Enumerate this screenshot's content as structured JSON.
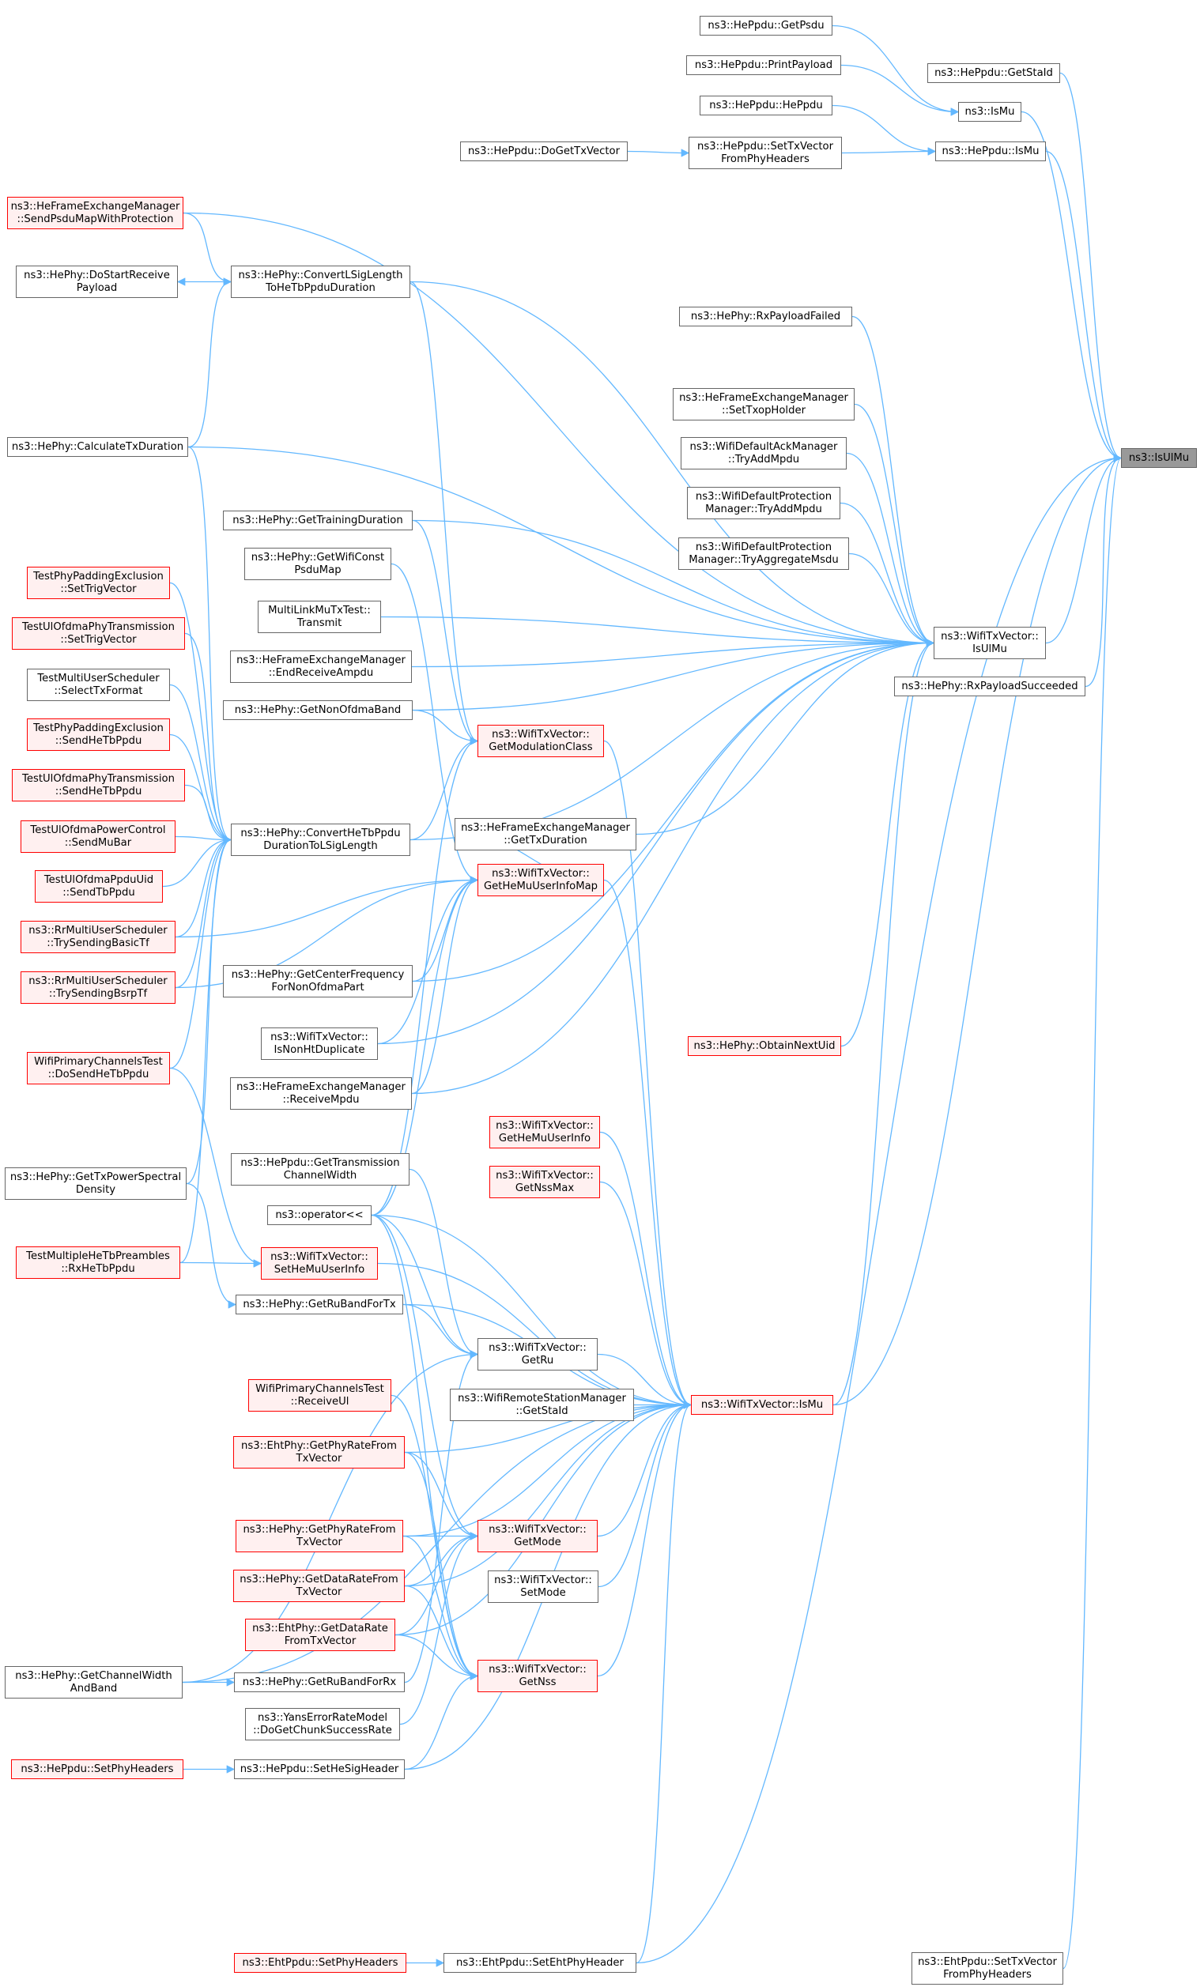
{
  "root_label": "ns3::IsUlMu",
  "nodes": [
    {
      "id": "root",
      "lines": [
        "ns3::IsUlMu"
      ],
      "style": "root"
    },
    {
      "id": "HePpdu_GetPsdu",
      "lines": [
        "ns3::HePpdu::GetPsdu"
      ]
    },
    {
      "id": "HePpdu_GetStaId",
      "lines": [
        "ns3::HePpdu::GetStaId"
      ]
    },
    {
      "id": "HePpdu_PrintPayload",
      "lines": [
        "ns3::HePpdu::PrintPayload"
      ]
    },
    {
      "id": "IsMu",
      "lines": [
        "ns3::IsMu"
      ]
    },
    {
      "id": "HePpdu_HePpdu",
      "lines": [
        "ns3::HePpdu::HePpdu"
      ]
    },
    {
      "id": "HePpdu_DoGetTxVector",
      "lines": [
        "ns3::HePpdu::DoGetTxVector"
      ]
    },
    {
      "id": "HePpdu_SetTxVectorFromPhyHeaders",
      "lines": [
        "ns3::HePpdu::SetTxVector",
        "FromPhyHeaders"
      ]
    },
    {
      "id": "HePpdu_IsMu",
      "lines": [
        "ns3::HePpdu::IsMu"
      ]
    },
    {
      "id": "HeFem_SendPsduMapWithProtection",
      "lines": [
        "ns3::HeFrameExchangeManager",
        "::SendPsduMapWithProtection"
      ],
      "style": "red"
    },
    {
      "id": "HePhy_DoStartReceivePayload",
      "lines": [
        "ns3::HePhy::DoStartReceive",
        "Payload"
      ]
    },
    {
      "id": "HePhy_ConvertLSigLength",
      "lines": [
        "ns3::HePhy::ConvertLSigLength",
        "ToHeTbPpduDuration"
      ]
    },
    {
      "id": "HePhy_RxPayloadFailed",
      "lines": [
        "ns3::HePhy::RxPayloadFailed"
      ]
    },
    {
      "id": "HeFem_SetTxopHolder",
      "lines": [
        "ns3::HeFrameExchangeManager",
        "::SetTxopHolder"
      ]
    },
    {
      "id": "HePhy_CalculateTxDuration",
      "lines": [
        "ns3::HePhy::CalculateTxDuration"
      ]
    },
    {
      "id": "WifiDefaultAckManager_TryAddMpdu",
      "lines": [
        "ns3::WifiDefaultAckManager",
        "::TryAddMpdu"
      ]
    },
    {
      "id": "WifiDefaultProtection_TryAddMpdu",
      "lines": [
        "ns3::WifiDefaultProtection",
        "Manager::TryAddMpdu"
      ]
    },
    {
      "id": "HePhy_GetTrainingDuration",
      "lines": [
        "ns3::HePhy::GetTrainingDuration"
      ]
    },
    {
      "id": "WifiDefaultProtection_TryAggregateMsdu",
      "lines": [
        "ns3::WifiDefaultProtection",
        "Manager::TryAggregateMsdu"
      ]
    },
    {
      "id": "HePhy_GetWifiConstPsduMap",
      "lines": [
        "ns3::HePhy::GetWifiConst",
        "PsduMap"
      ]
    },
    {
      "id": "TestPhyPaddingExclusion_SetTrigVector",
      "lines": [
        "TestPhyPaddingExclusion",
        "::SetTrigVector"
      ],
      "style": "red"
    },
    {
      "id": "MultiLinkMuTxTest_Transmit",
      "lines": [
        "MultiLinkMuTxTest::",
        "Transmit"
      ]
    },
    {
      "id": "WifiTxVector_IsUlMu",
      "lines": [
        "ns3::WifiTxVector::",
        "IsUlMu"
      ]
    },
    {
      "id": "TestUlOfdmaPhyTransmission_SetTrigVector",
      "lines": [
        "TestUlOfdmaPhyTransmission",
        "::SetTrigVector"
      ],
      "style": "red"
    },
    {
      "id": "HeFem_EndReceiveAmpdu",
      "lines": [
        "ns3::HeFrameExchangeManager",
        "::EndReceiveAmpdu"
      ]
    },
    {
      "id": "HePhy_RxPayloadSucceeded",
      "lines": [
        "ns3::HePhy::RxPayloadSucceeded"
      ]
    },
    {
      "id": "TestMultiUserScheduler_SelectTxFormat",
      "lines": [
        "TestMultiUserScheduler",
        "::SelectTxFormat"
      ]
    },
    {
      "id": "HePhy_GetNonOfdmaBand",
      "lines": [
        "ns3::HePhy::GetNonOfdmaBand"
      ]
    },
    {
      "id": "WifiTxVector_GetModulationClass",
      "lines": [
        "ns3::WifiTxVector::",
        "GetModulationClass"
      ],
      "style": "red"
    },
    {
      "id": "TestPhyPaddingExclusion_SendHeTbPpdu",
      "lines": [
        "TestPhyPaddingExclusion",
        "::SendHeTbPpdu"
      ],
      "style": "red"
    },
    {
      "id": "TestUlOfdmaPhyTransmission_SendHeTbPpdu",
      "lines": [
        "TestUlOfdmaPhyTransmission",
        "::SendHeTbPpdu"
      ],
      "style": "red"
    },
    {
      "id": "TestUlOfdmaPowerControl_SendMuBar",
      "lines": [
        "TestUlOfdmaPowerControl",
        "::SendMuBar"
      ],
      "style": "red"
    },
    {
      "id": "HePhy_ConvertHeTbPpduDuration",
      "lines": [
        "ns3::HePhy::ConvertHeTbPpdu",
        "DurationToLSigLength"
      ]
    },
    {
      "id": "HeFem_GetTxDuration",
      "lines": [
        "ns3::HeFrameExchangeManager",
        "::GetTxDuration"
      ]
    },
    {
      "id": "TestUlOfdmaPpduUid_SendTbPpdu",
      "lines": [
        "TestUlOfdmaPpduUid",
        "::SendTbPpdu"
      ],
      "style": "red"
    },
    {
      "id": "WifiTxVector_GetHeMuUserInfoMap",
      "lines": [
        "ns3::WifiTxVector::",
        "GetHeMuUserInfoMap"
      ],
      "style": "red"
    },
    {
      "id": "RrMultiUserScheduler_TrySendingBasicTf",
      "lines": [
        "ns3::RrMultiUserScheduler",
        "::TrySendingBasicTf"
      ],
      "style": "red"
    },
    {
      "id": "HePhy_GetCenterFrequencyForNonOfdmaPart",
      "lines": [
        "ns3::HePhy::GetCenterFrequency",
        "ForNonOfdmaPart"
      ]
    },
    {
      "id": "RrMultiUserScheduler_TrySendingBsrpTf",
      "lines": [
        "ns3::RrMultiUserScheduler",
        "::TrySendingBsrpTf"
      ],
      "style": "red"
    },
    {
      "id": "HePhy_ObtainNextUid",
      "lines": [
        "ns3::HePhy::ObtainNextUid"
      ],
      "style": "red"
    },
    {
      "id": "WifiTxVector_IsNonHtDuplicate",
      "lines": [
        "ns3::WifiTxVector::",
        "IsNonHtDuplicate"
      ]
    },
    {
      "id": "WifiPrimaryChannelsTest_DoSendHeTbPpdu",
      "lines": [
        "WifiPrimaryChannelsTest",
        "::DoSendHeTbPpdu"
      ],
      "style": "red"
    },
    {
      "id": "HeFem_ReceiveMpdu",
      "lines": [
        "ns3::HeFrameExchangeManager",
        "::ReceiveMpdu"
      ]
    },
    {
      "id": "WifiTxVector_GetHeMuUserInfo",
      "lines": [
        "ns3::WifiTxVector::",
        "GetHeMuUserInfo"
      ],
      "style": "red"
    },
    {
      "id": "HePpdu_GetTransmissionChannelWidth",
      "lines": [
        "ns3::HePpdu::GetTransmission",
        "ChannelWidth"
      ]
    },
    {
      "id": "HePhy_GetTxPowerSpectralDensity",
      "lines": [
        "ns3::HePhy::GetTxPowerSpectral",
        "Density"
      ]
    },
    {
      "id": "WifiTxVector_GetNssMax",
      "lines": [
        "ns3::WifiTxVector::",
        "GetNssMax"
      ],
      "style": "red"
    },
    {
      "id": "operator_ls",
      "lines": [
        "ns3::operator<<"
      ]
    },
    {
      "id": "TestMultipleHeTbPreambles_RxHeTbPpdu",
      "lines": [
        "TestMultipleHeTbPreambles",
        "::RxHeTbPpdu"
      ],
      "style": "red"
    },
    {
      "id": "WifiTxVector_SetHeMuUserInfo",
      "lines": [
        "ns3::WifiTxVector::",
        "SetHeMuUserInfo"
      ],
      "style": "red"
    },
    {
      "id": "HePhy_GetRuBandForTx",
      "lines": [
        "ns3::HePhy::GetRuBandForTx"
      ]
    },
    {
      "id": "WifiTxVector_GetRu",
      "lines": [
        "ns3::WifiTxVector::",
        "GetRu"
      ]
    },
    {
      "id": "WifiPrimaryChannelsTest_ReceiveUl",
      "lines": [
        "WifiPrimaryChannelsTest",
        "::ReceiveUl"
      ],
      "style": "red"
    },
    {
      "id": "WifiRemoteStationManager_GetStaId",
      "lines": [
        "ns3::WifiRemoteStationManager",
        "::GetStaId"
      ]
    },
    {
      "id": "WifiTxVector_IsMu",
      "lines": [
        "ns3::WifiTxVector::IsMu"
      ],
      "style": "red"
    },
    {
      "id": "EhtPhy_GetPhyRateFromTxVector",
      "lines": [
        "ns3::EhtPhy::GetPhyRateFrom",
        "TxVector"
      ],
      "style": "red"
    },
    {
      "id": "HePhy_GetPhyRateFromTxVector",
      "lines": [
        "ns3::HePhy::GetPhyRateFrom",
        "TxVector"
      ],
      "style": "red"
    },
    {
      "id": "WifiTxVector_GetMode",
      "lines": [
        "ns3::WifiTxVector::",
        "GetMode"
      ],
      "style": "red"
    },
    {
      "id": "HePhy_GetDataRateFromTxVector",
      "lines": [
        "ns3::HePhy::GetDataRateFrom",
        "TxVector"
      ],
      "style": "red"
    },
    {
      "id": "WifiTxVector_SetMode",
      "lines": [
        "ns3::WifiTxVector::",
        "SetMode"
      ]
    },
    {
      "id": "EhtPhy_GetDataRateFromTxVector",
      "lines": [
        "ns3::EhtPhy::GetDataRate",
        "FromTxVector"
      ],
      "style": "red"
    },
    {
      "id": "HePhy_GetChannelWidthAndBand",
      "lines": [
        "ns3::HePhy::GetChannelWidth",
        "AndBand"
      ]
    },
    {
      "id": "HePhy_GetRuBandForRx",
      "lines": [
        "ns3::HePhy::GetRuBandForRx"
      ]
    },
    {
      "id": "WifiTxVector_GetNss",
      "lines": [
        "ns3::WifiTxVector::",
        "GetNss"
      ],
      "style": "red"
    },
    {
      "id": "YansErrorRateModel_DoGetChunkSuccessRate",
      "lines": [
        "ns3::YansErrorRateModel",
        "::DoGetChunkSuccessRate"
      ]
    },
    {
      "id": "HePpdu_SetPhyHeaders",
      "lines": [
        "ns3::HePpdu::SetPhyHeaders"
      ],
      "style": "red"
    },
    {
      "id": "HePpdu_SetHeSigHeader",
      "lines": [
        "ns3::HePpdu::SetHeSigHeader"
      ]
    },
    {
      "id": "EhtPpdu_SetPhyHeaders",
      "lines": [
        "ns3::EhtPpdu::SetPhyHeaders"
      ],
      "style": "red"
    },
    {
      "id": "EhtPpdu_SetEhtPhyHeader",
      "lines": [
        "ns3::EhtPpdu::SetEhtPhyHeader"
      ]
    },
    {
      "id": "EhtPpdu_SetTxVectorFromPhyHeaders",
      "lines": [
        "ns3::EhtPpdu::SetTxVector",
        "FromPhyHeaders"
      ]
    }
  ],
  "edges": [
    [
      "HePpdu_GetPsdu",
      "IsMu"
    ],
    [
      "HePpdu_PrintPayload",
      "IsMu"
    ],
    [
      "HePpdu_HePpdu",
      "HePpdu_IsMu"
    ],
    [
      "HePpdu_DoGetTxVector",
      "HePpdu_SetTxVectorFromPhyHeaders"
    ],
    [
      "HePpdu_SetTxVectorFromPhyHeaders",
      "HePpdu_IsMu"
    ],
    [
      "HePpdu_GetStaId",
      "root"
    ],
    [
      "IsMu",
      "root"
    ],
    [
      "HePpdu_IsMu",
      "root"
    ],
    [
      "HeFem_SendPsduMapWithProtection",
      "HePhy_ConvertLSigLength"
    ],
    [
      "HePhy_ConvertLSigLength",
      "HePhy_DoStartReceivePayload"
    ],
    [
      "HePhy_CalculateTxDuration",
      "HePhy_ConvertLSigLength"
    ],
    [
      "HeFem_SendPsduMapWithProtection",
      "WifiTxVector_IsUlMu"
    ],
    [
      "HePhy_ConvertLSigLength",
      "WifiTxVector_IsUlMu"
    ],
    [
      "HePhy_CalculateTxDuration",
      "WifiTxVector_IsUlMu"
    ],
    [
      "HePhy_RxPayloadFailed",
      "WifiTxVector_IsUlMu"
    ],
    [
      "HeFem_SetTxopHolder",
      "WifiTxVector_IsUlMu"
    ],
    [
      "WifiDefaultAckManager_TryAddMpdu",
      "WifiTxVector_IsUlMu"
    ],
    [
      "WifiDefaultProtection_TryAddMpdu",
      "WifiTxVector_IsUlMu"
    ],
    [
      "WifiDefaultProtection_TryAggregateMsdu",
      "WifiTxVector_IsUlMu"
    ],
    [
      "HePhy_GetTrainingDuration",
      "WifiTxVector_IsUlMu"
    ],
    [
      "MultiLinkMuTxTest_Transmit",
      "WifiTxVector_IsUlMu"
    ],
    [
      "HeFem_EndReceiveAmpdu",
      "WifiTxVector_IsUlMu"
    ],
    [
      "HePhy_GetNonOfdmaBand",
      "WifiTxVector_IsUlMu"
    ],
    [
      "HePhy_ConvertHeTbPpduDuration",
      "WifiTxVector_IsUlMu"
    ],
    [
      "HeFem_GetTxDuration",
      "WifiTxVector_IsUlMu"
    ],
    [
      "HePhy_GetCenterFrequencyForNonOfdmaPart",
      "WifiTxVector_IsUlMu"
    ],
    [
      "HePhy_ObtainNextUid",
      "WifiTxVector_IsUlMu"
    ],
    [
      "WifiTxVector_IsNonHtDuplicate",
      "WifiTxVector_IsUlMu"
    ],
    [
      "HeFem_ReceiveMpdu",
      "WifiTxVector_IsUlMu"
    ],
    [
      "WifiTxVector_IsMu",
      "WifiTxVector_IsUlMu"
    ],
    [
      "WifiTxVector_IsUlMu",
      "root"
    ],
    [
      "HePhy_RxPayloadSucceeded",
      "root"
    ],
    [
      "WifiTxVector_IsMu",
      "root"
    ],
    [
      "EhtPpdu_SetEhtPhyHeader",
      "root"
    ],
    [
      "EhtPpdu_SetTxVectorFromPhyHeaders",
      "root"
    ],
    [
      "HePhy_ConvertHeTbPpduDuration",
      "WifiTxVector_GetModulationClass"
    ],
    [
      "HePhy_GetNonOfdmaBand",
      "WifiTxVector_GetModulationClass"
    ],
    [
      "HePhy_ConvertLSigLength",
      "WifiTxVector_GetModulationClass"
    ],
    [
      "TestPhyPaddingExclusion_SetTrigVector",
      "HePhy_ConvertHeTbPpduDuration"
    ],
    [
      "TestUlOfdmaPhyTransmission_SetTrigVector",
      "HePhy_ConvertHeTbPpduDuration"
    ],
    [
      "TestMultiUserScheduler_SelectTxFormat",
      "HePhy_ConvertHeTbPpduDuration"
    ],
    [
      "TestPhyPaddingExclusion_SendHeTbPpdu",
      "HePhy_ConvertHeTbPpduDuration"
    ],
    [
      "TestUlOfdmaPhyTransmission_SendHeTbPpdu",
      "HePhy_ConvertHeTbPpduDuration"
    ],
    [
      "TestUlOfdmaPowerControl_SendMuBar",
      "HePhy_ConvertHeTbPpduDuration"
    ],
    [
      "TestUlOfdmaPpduUid_SendTbPpdu",
      "HePhy_ConvertHeTbPpduDuration"
    ],
    [
      "RrMultiUserScheduler_TrySendingBasicTf",
      "HePhy_ConvertHeTbPpduDuration"
    ],
    [
      "RrMultiUserScheduler_TrySendingBsrpTf",
      "HePhy_ConvertHeTbPpduDuration"
    ],
    [
      "WifiPrimaryChannelsTest_DoSendHeTbPpdu",
      "HePhy_ConvertHeTbPpduDuration"
    ],
    [
      "HePhy_GetTxPowerSpectralDensity",
      "HePhy_ConvertHeTbPpduDuration"
    ],
    [
      "TestMultipleHeTbPreambles_RxHeTbPpdu",
      "HePhy_ConvertHeTbPpduDuration"
    ],
    [
      "HePhy_CalculateTxDuration",
      "HePhy_ConvertHeTbPpduDuration"
    ],
    [
      "HeFem_GetTxDuration",
      "WifiTxVector_GetHeMuUserInfoMap"
    ],
    [
      "RrMultiUserScheduler_TrySendingBasicTf",
      "WifiTxVector_GetHeMuUserInfoMap"
    ],
    [
      "RrMultiUserScheduler_TrySendingBsrpTf",
      "WifiTxVector_GetHeMuUserInfoMap"
    ],
    [
      "HePhy_GetWifiConstPsduMap",
      "WifiTxVector_GetHeMuUserInfoMap"
    ],
    [
      "HePhy_GetCenterFrequencyForNonOfdmaPart",
      "WifiTxVector_GetHeMuUserInfoMap"
    ],
    [
      "HeFem_ReceiveMpdu",
      "WifiTxVector_GetHeMuUserInfoMap"
    ],
    [
      "WifiTxVector_IsNonHtDuplicate",
      "WifiTxVector_GetHeMuUserInfoMap"
    ],
    [
      "WifiTxVector_GetHeMuUserInfoMap",
      "WifiTxVector_IsMu"
    ],
    [
      "WifiTxVector_GetModulationClass",
      "WifiTxVector_IsMu"
    ],
    [
      "HePhy_GetTxPowerSpectralDensity",
      "HePhy_GetRuBandForTx"
    ],
    [
      "WifiPrimaryChannelsTest_DoSendHeTbPpdu",
      "WifiTxVector_SetHeMuUserInfo"
    ],
    [
      "TestMultipleHeTbPreambles_RxHeTbPpdu",
      "WifiTxVector_SetHeMuUserInfo"
    ],
    [
      "WifiTxVector_GetHeMuUserInfo",
      "WifiTxVector_IsMu"
    ],
    [
      "WifiTxVector_GetNssMax",
      "WifiTxVector_IsMu"
    ],
    [
      "operator_ls",
      "WifiTxVector_IsMu"
    ],
    [
      "WifiTxVector_SetHeMuUserInfo",
      "WifiTxVector_IsMu"
    ],
    [
      "HePhy_GetRuBandForTx",
      "WifiTxVector_IsMu"
    ],
    [
      "WifiTxVector_GetRu",
      "WifiTxVector_IsMu"
    ],
    [
      "WifiRemoteStationManager_GetStaId",
      "WifiTxVector_IsMu"
    ],
    [
      "HePhy_GetRuBandForTx",
      "WifiTxVector_GetRu"
    ],
    [
      "HePhy_GetRuBandForRx",
      "WifiTxVector_GetRu"
    ],
    [
      "HePpdu_GetTransmissionChannelWidth",
      "WifiTxVector_GetRu"
    ],
    [
      "EhtPhy_GetPhyRateFromTxVector",
      "WifiTxVector_GetMode"
    ],
    [
      "HePhy_GetPhyRateFromTxVector",
      "WifiTxVector_GetMode"
    ],
    [
      "HePhy_GetDataRateFromTxVector",
      "WifiTxVector_GetMode"
    ],
    [
      "EhtPhy_GetDataRateFromTxVector",
      "WifiTxVector_GetMode"
    ],
    [
      "YansErrorRateModel_DoGetChunkSuccessRate",
      "WifiTxVector_GetMode"
    ],
    [
      "EhtPhy_GetPhyRateFromTxVector",
      "WifiTxVector_GetNss"
    ],
    [
      "HePhy_GetPhyRateFromTxVector",
      "WifiTxVector_GetNss"
    ],
    [
      "HePhy_GetDataRateFromTxVector",
      "WifiTxVector_GetNss"
    ],
    [
      "EhtPhy_GetDataRateFromTxVector",
      "WifiTxVector_GetNss"
    ],
    [
      "WifiPrimaryChannelsTest_ReceiveUl",
      "WifiTxVector_GetNss"
    ],
    [
      "HePpdu_SetHeSigHeader",
      "WifiTxVector_GetNss"
    ],
    [
      "WifiTxVector_GetMode",
      "WifiTxVector_IsMu"
    ],
    [
      "WifiTxVector_SetMode",
      "WifiTxVector_IsMu"
    ],
    [
      "WifiTxVector_GetNss",
      "WifiTxVector_IsMu"
    ],
    [
      "EhtPhy_GetPhyRateFromTxVector",
      "WifiTxVector_IsMu"
    ],
    [
      "HePhy_GetPhyRateFromTxVector",
      "WifiTxVector_IsMu"
    ],
    [
      "HePhy_GetDataRateFromTxVector",
      "WifiTxVector_IsMu"
    ],
    [
      "EhtPhy_GetDataRateFromTxVector",
      "WifiTxVector_IsMu"
    ],
    [
      "HePhy_GetChannelWidthAndBand",
      "HePhy_GetRuBandForRx"
    ],
    [
      "HePhy_GetChannelWidthAndBand",
      "WifiTxVector_GetRu"
    ],
    [
      "HePhy_GetChannelWidthAndBand",
      "WifiTxVector_IsMu"
    ],
    [
      "HePpdu_SetPhyHeaders",
      "HePpdu_SetHeSigHeader"
    ],
    [
      "HePpdu_SetHeSigHeader",
      "WifiTxVector_IsMu"
    ],
    [
      "EhtPpdu_SetPhyHeaders",
      "EhtPpdu_SetEhtPhyHeader"
    ],
    [
      "EhtPpdu_SetEhtPhyHeader",
      "WifiTxVector_IsMu"
    ],
    [
      "HePhy_GetTrainingDuration",
      "WifiTxVector_GetModulationClass"
    ],
    [
      "operator_ls",
      "WifiTxVector_GetModulationClass"
    ],
    [
      "operator_ls",
      "WifiTxVector_GetHeMuUserInfoMap"
    ],
    [
      "operator_ls",
      "WifiTxVector_GetMode"
    ],
    [
      "operator_ls",
      "WifiTxVector_GetNss"
    ],
    [
      "operator_ls",
      "WifiTxVector_GetRu"
    ]
  ],
  "colors": {
    "edge": "#63b8ff",
    "node_border": "#666666",
    "red_border": "#ff0000",
    "red_fill": "#fff0f0",
    "root_fill": "#999999"
  }
}
